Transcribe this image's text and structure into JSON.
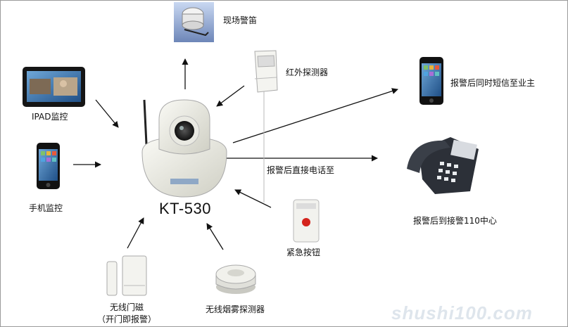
{
  "center": {
    "model": "KT-530"
  },
  "nodes": {
    "siren": "现场警笛",
    "infrared": "红外探测器",
    "ipad": "IPAD监控",
    "phone": "手机监控",
    "sms": "报警后同时短信至业主",
    "call": "报警后直接电话至",
    "center110": "报警后到接警110中心",
    "emergency": "紧急按钮",
    "smoke": "无线烟雾探测器",
    "door_line1": "无线门磁",
    "door_line2": "（开门即报警）"
  },
  "watermark": "shushi100.com"
}
